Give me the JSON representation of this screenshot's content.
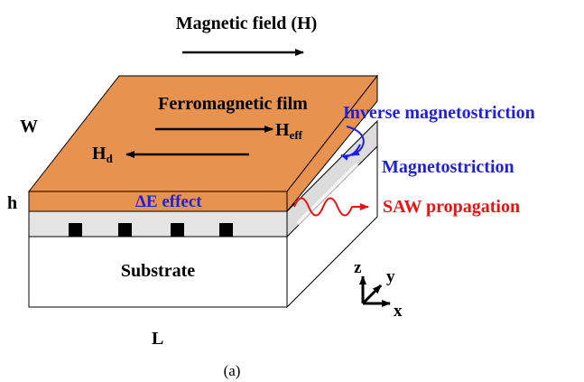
{
  "labels": {
    "magnetic_field": "Magnetic field (H)",
    "ferromagnetic_film": "Ferromagnetic film",
    "h_eff_main": "H",
    "h_eff_sub": "eff",
    "h_d_main": "H",
    "h_d_sub": "d",
    "inverse_magnetostriction": "Inverse magnetostriction",
    "magnetostriction": "Magnetostriction",
    "delta_e_effect": "ΔE effect",
    "saw_propagation": "SAW propagation",
    "substrate": "Substrate",
    "W": "W",
    "h": "h",
    "L": "L",
    "axis_z": "z",
    "axis_y": "y",
    "axis_x": "x",
    "caption": "(a)"
  },
  "colors": {
    "film": "#E8924F",
    "substrate": "#FFFFFF",
    "layer": "#DCDCDC",
    "electrode": "#000000",
    "blue_text": "#1F1FE0",
    "red_text": "#F01010"
  }
}
